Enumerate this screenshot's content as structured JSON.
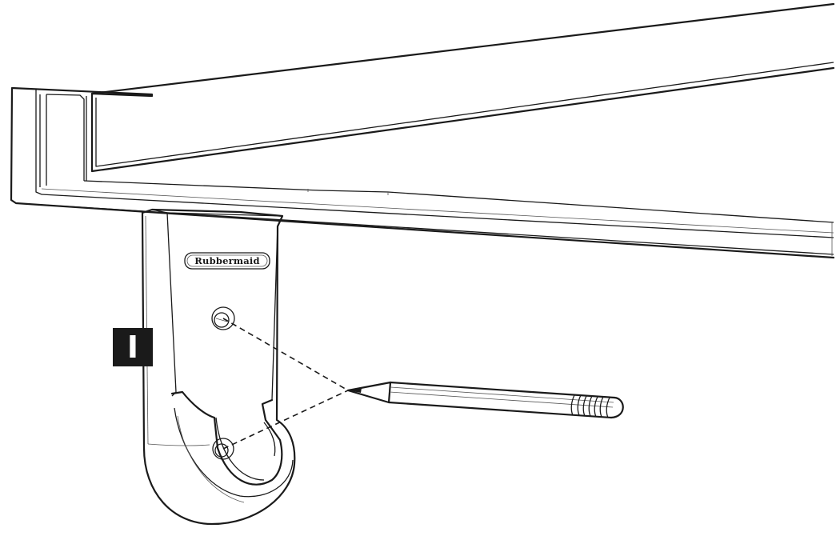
{
  "step": {
    "label": "I"
  },
  "bracket": {
    "brand_text": "Rubbermaid"
  },
  "colors": {
    "line": "#1a1a1a",
    "badge": "#1a1a1a",
    "background": "#ffffff"
  },
  "icons": [
    "shelf",
    "hook-bracket",
    "screw-hole",
    "pencil",
    "dashed-guide-line"
  ]
}
